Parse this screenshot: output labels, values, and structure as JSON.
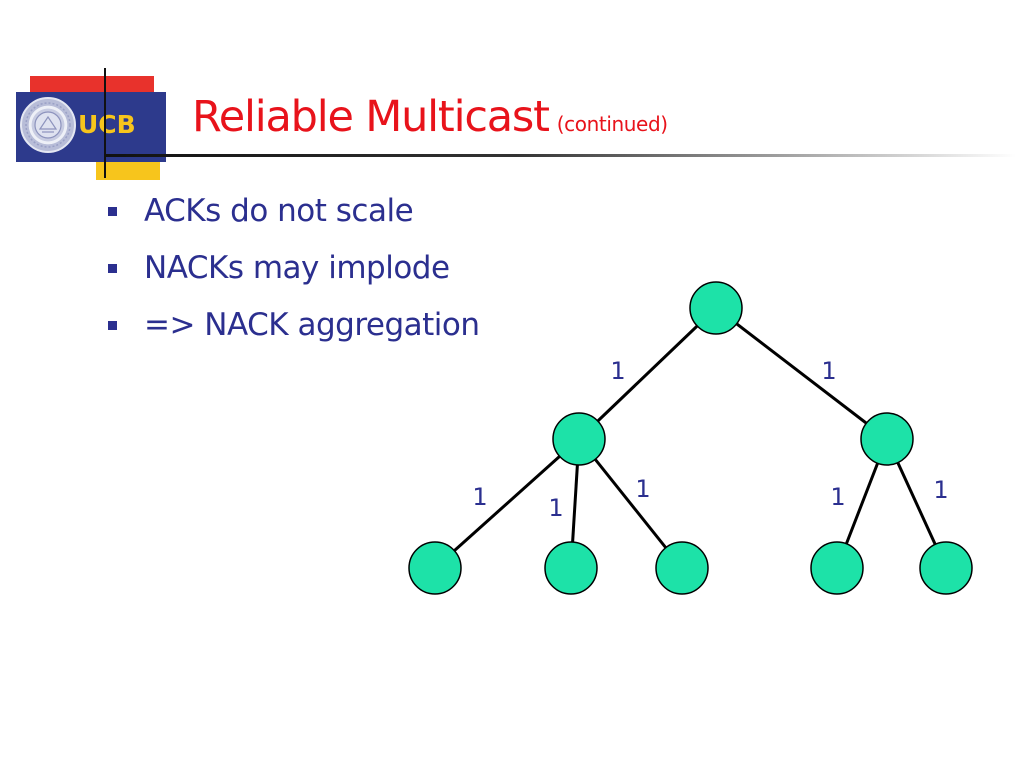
{
  "slide": {
    "logo": {
      "text": "UCB"
    },
    "title": {
      "main": "Reliable Multicast",
      "sub": "(continued)"
    },
    "bullets": [
      {
        "text": "ACKs do not scale"
      },
      {
        "text": "NACKs may implode"
      },
      {
        "text": "=> NACK aggregation"
      }
    ],
    "tree": {
      "node_color": "#1de2a8",
      "nodes": [
        {
          "id": "root",
          "level": 0
        },
        {
          "id": "left",
          "level": 1
        },
        {
          "id": "right",
          "level": 1
        },
        {
          "id": "left-leaf-1",
          "level": 2
        },
        {
          "id": "left-leaf-2",
          "level": 2
        },
        {
          "id": "left-leaf-3",
          "level": 2
        },
        {
          "id": "right-leaf-1",
          "level": 2
        },
        {
          "id": "right-leaf-2",
          "level": 2
        }
      ],
      "edges": [
        {
          "from": "root",
          "to": "left",
          "label": "1"
        },
        {
          "from": "root",
          "to": "right",
          "label": "1"
        },
        {
          "from": "left",
          "to": "left-leaf-1",
          "label": "1"
        },
        {
          "from": "left",
          "to": "left-leaf-2",
          "label": "1"
        },
        {
          "from": "left",
          "to": "left-leaf-3",
          "label": "1"
        },
        {
          "from": "right",
          "to": "right-leaf-1",
          "label": "1"
        },
        {
          "from": "right",
          "to": "right-leaf-2",
          "label": "1"
        }
      ]
    }
  }
}
